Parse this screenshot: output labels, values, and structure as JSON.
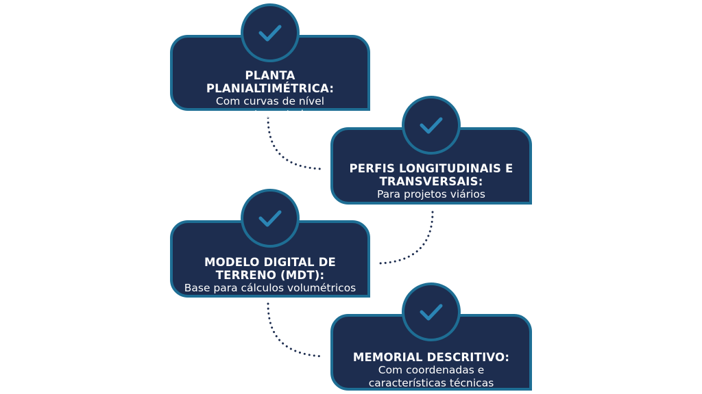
{
  "steps": [
    {
      "title": "PLANTA PLANIALTIMÉTRICA:",
      "description_lines": [
        "Com curvas de nível",
        "e pontos cotados"
      ],
      "icon": "check-icon"
    },
    {
      "title_lines": [
        "PERFIS LONGITUDINAIS E",
        "TRANSVERSAIS:"
      ],
      "description": "Para projetos viários",
      "icon": "check-icon"
    },
    {
      "title_lines": [
        "MODELO DIGITAL DE",
        "TERRENO (MDT):"
      ],
      "description": "Base para cálculos volumétricos",
      "icon": "check-icon"
    },
    {
      "title": "MEMORIAL DESCRITIVO:",
      "description_lines": [
        "Com coordenadas e",
        "características técnicas"
      ],
      "icon": "check-icon"
    }
  ],
  "colors": {
    "card_fill": "#1d2d4f",
    "card_border": "#1e6e94",
    "text": "#ffffff",
    "check_mark": "#2b85b5",
    "connector": "#1d2d4f",
    "background": "#ffffff"
  }
}
